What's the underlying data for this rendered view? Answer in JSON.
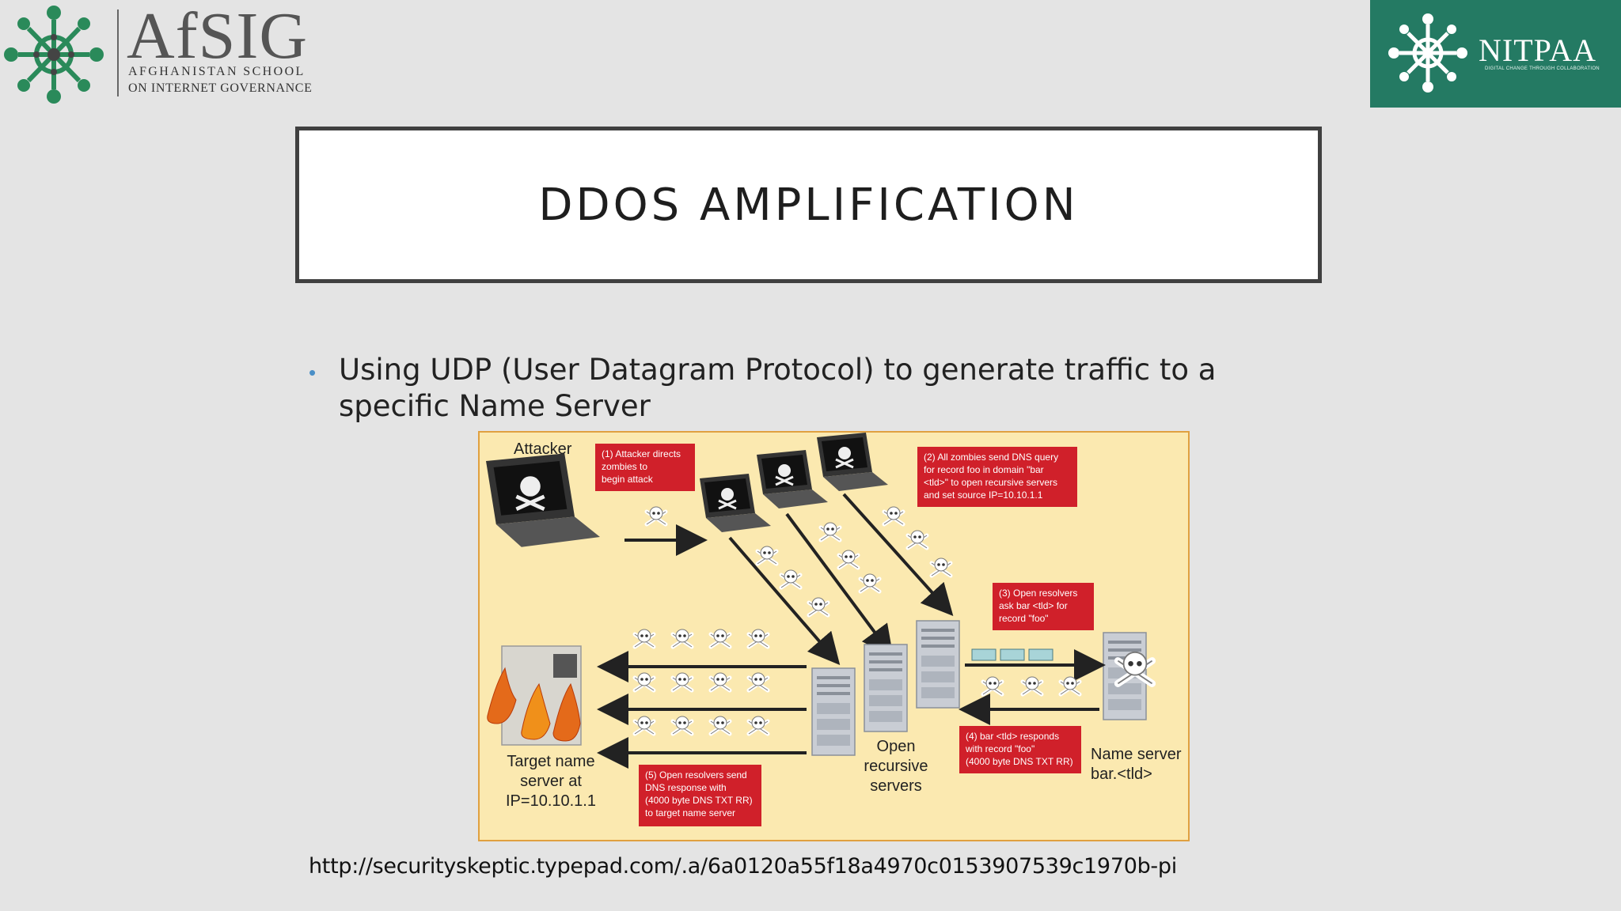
{
  "logos": {
    "afsig": {
      "name": "AfSIG",
      "line1": "AFGHANISTAN SCHOOL",
      "line2": "ON INTERNET GOVERNANCE"
    },
    "nitpaa": {
      "name": "NITPAA",
      "tagline": "DIGITAL CHANGE THROUGH COLLABORATION"
    }
  },
  "slide": {
    "title": "DDOS AMPLIFICATION",
    "bullets": [
      "Using UDP (User Datagram Protocol) to generate traffic to a specific Name Server"
    ],
    "source_url": "http://securityskeptic.typepad.com/.a/6a0120a55f18a4970c0153907539c1970b-pi"
  },
  "diagram": {
    "attacker_label": "Attacker",
    "callouts": {
      "step1": [
        "(1) Attacker directs",
        "zombies to",
        "begin attack"
      ],
      "step2": [
        "(2) All zombies send DNS query",
        "for record foo in domain \"bar",
        "<tld>\" to open recursive servers",
        "and set source IP=10.10.1.1"
      ],
      "step3": [
        "(3) Open resolvers",
        "ask bar <tld> for",
        "record \"foo\""
      ],
      "step4": [
        "(4) bar <tld> responds",
        "with record \"foo\"",
        "(4000 byte DNS TXT RR)"
      ],
      "step5": [
        "(5) Open resolvers send",
        "DNS response with",
        "(4000 byte DNS TXT RR)",
        "to target name server"
      ]
    },
    "target_label": [
      "Target name",
      "server at",
      "IP=10.10.1.1"
    ],
    "resolvers_label": [
      "Open",
      "recursive",
      "servers"
    ],
    "nameserver_label": [
      "Name server",
      "bar.<tld>"
    ]
  },
  "colors": {
    "nitpaa_green": "#247a63",
    "afsig_green": "#2a8a5a",
    "callout_red": "#d0202a",
    "diagram_bg": "#fbe9b0",
    "bullet_blue": "#4a8fc7"
  }
}
